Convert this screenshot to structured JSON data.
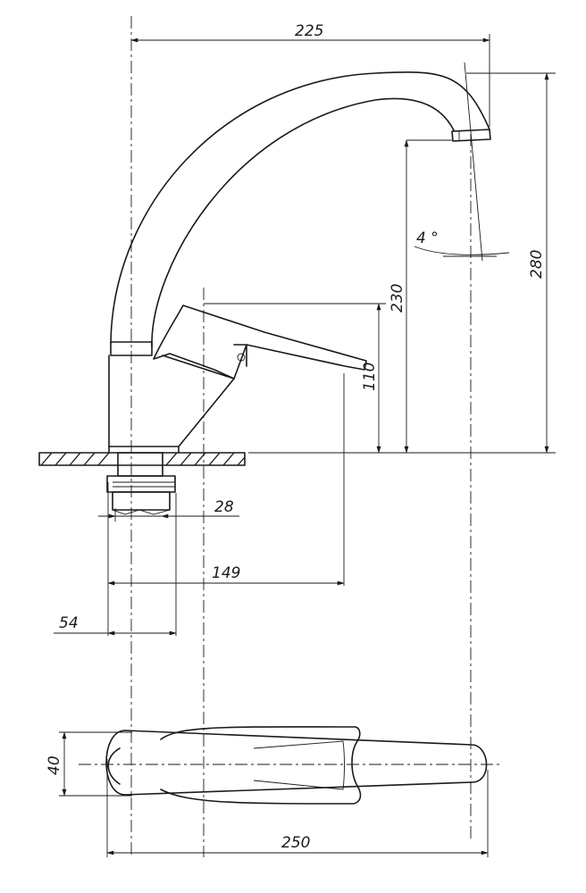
{
  "drawing": {
    "subject": "single-lever kitchen faucet",
    "views": [
      "side-view",
      "top-view"
    ]
  },
  "dimensions": {
    "spout_reach": "225",
    "total_height": "280",
    "spout_outlet_height": "230",
    "lever_height": "110",
    "spout_tilt_angle": "4 °",
    "connector_width": "28",
    "lever_length": "149",
    "base_width": "54",
    "top_view_width": "40",
    "top_view_length": "250"
  },
  "colors": {
    "line": "#1a1a1a",
    "background": "#ffffff"
  }
}
